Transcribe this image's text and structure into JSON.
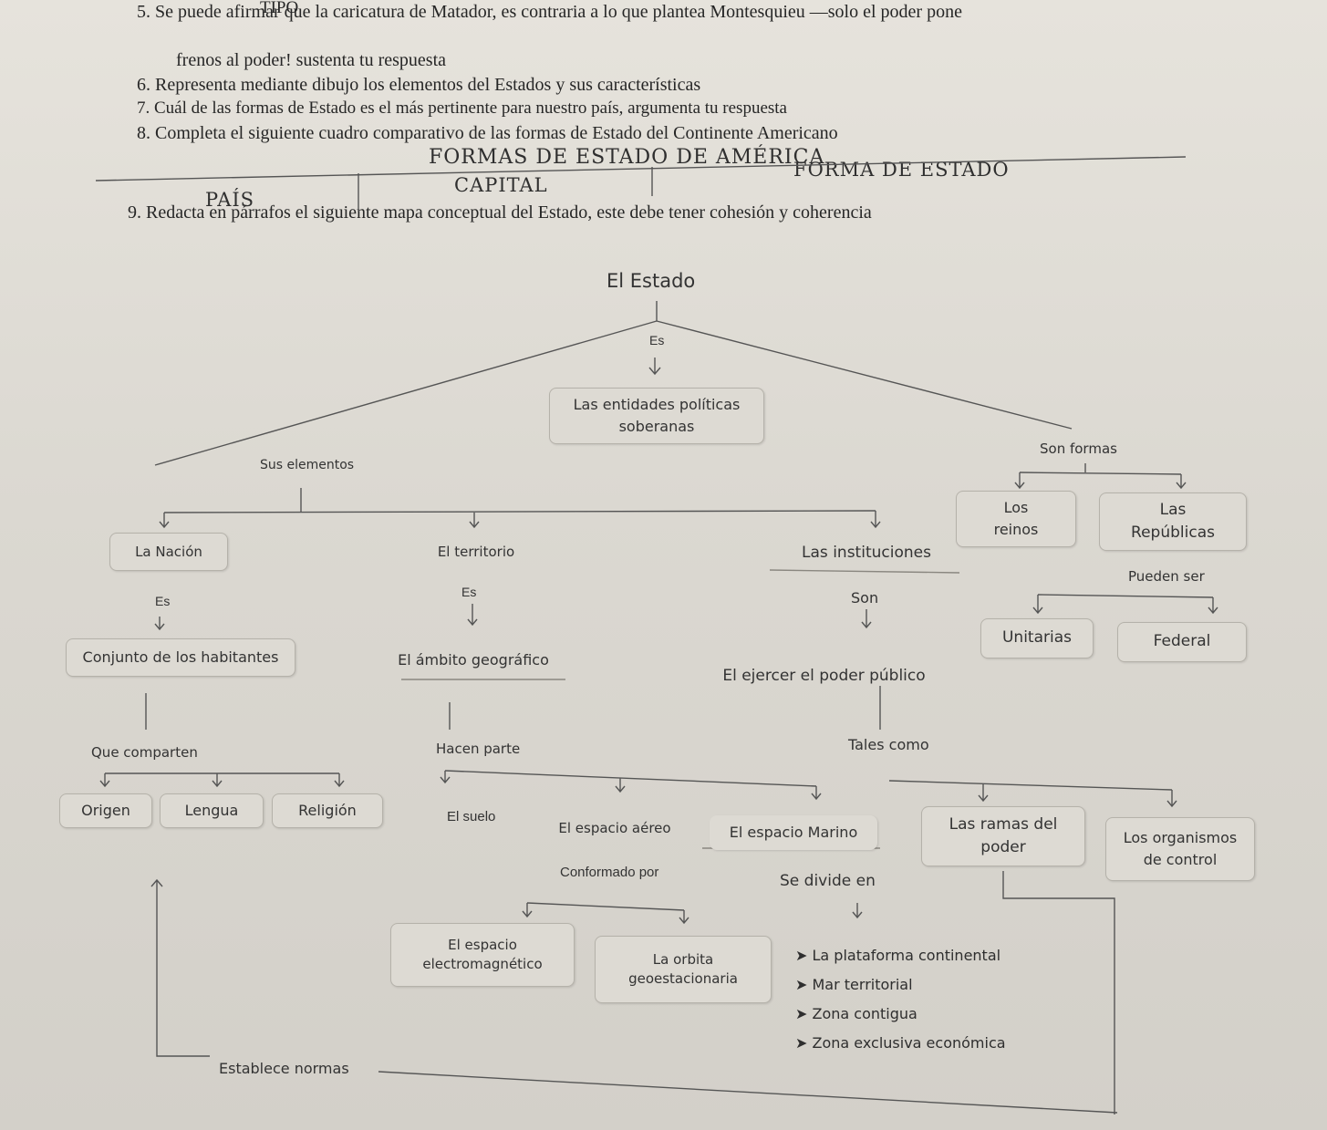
{
  "header": {
    "tipo": "TIPO",
    "q5_line1": "5.  Se puede afirmar que la caricatura de Matador, es contraria a lo que plantea Montesquieu —solo el poder pone",
    "q5_line2": "frenos al poder! sustenta tu respuesta",
    "q6": "6.  Representa mediante dibujo los elementos del Estados y sus características",
    "q7": "7.  Cuál de las formas de Estado es el más pertinente para nuestro país, argumenta tu respuesta",
    "q8": "8.  Completa el siguiente cuadro comparativo de las formas de Estado del Continente Americano"
  },
  "table": {
    "title": "FORMAS DE ESTADO DE AMÉRICA",
    "col_pais": "PAÍS",
    "col_capital": "CAPITAL",
    "col_forma": "FORMA DE ESTADO"
  },
  "question9": "9.  Redacta en párrafos el siguiente mapa conceptual del Estado, este debe tener cohesión y coherencia",
  "concept_map": {
    "root": "El Estado",
    "es_top": "Es",
    "definition_line1": "Las entidades políticas",
    "definition_line2": "soberanas",
    "sus_elementos": "Sus elementos",
    "son_formas": "Son formas",
    "nacion": "La Nación",
    "territorio": "El territorio",
    "instituciones": "Las instituciones",
    "reinos_line1": "Los",
    "reinos_line2": "reinos",
    "republicas_line1": "Las",
    "republicas_line2": "Repúblicas",
    "pueden_ser": "Pueden ser",
    "unitarias": "Unitarias",
    "federal": "Federal",
    "es_nacion": "Es",
    "es_territorio": "Es",
    "son_instituciones": "Son",
    "conjunto": "Conjunto de los habitantes",
    "ambito": "El ámbito geográfico",
    "ejercer": "El ejercer el poder público",
    "que_comparten": "Que comparten",
    "hacen_parte": "Hacen parte",
    "tales_como": "Tales como",
    "origen": "Origen",
    "lengua": "Lengua",
    "religion": "Religión",
    "suelo": "El suelo",
    "aereo": "El espacio aéreo",
    "marino": "El espacio Marino",
    "ramas_line1": "Las ramas del",
    "ramas_line2": "poder",
    "organismos_line1": "Los organismos",
    "organismos_line2": "de control",
    "conformado_por": "Conformado por",
    "se_divide_en": "Se divide  en",
    "electro_line1": "El espacio",
    "electro_line2": "electromagnético",
    "orbita_line1": "La orbita",
    "orbita_line2": "geoestacionaria",
    "marine_divisions": [
      "La plataforma continental",
      "Mar territorial",
      "Zona contigua",
      "Zona exclusiva económica"
    ],
    "establece_normas": "Establece normas"
  }
}
